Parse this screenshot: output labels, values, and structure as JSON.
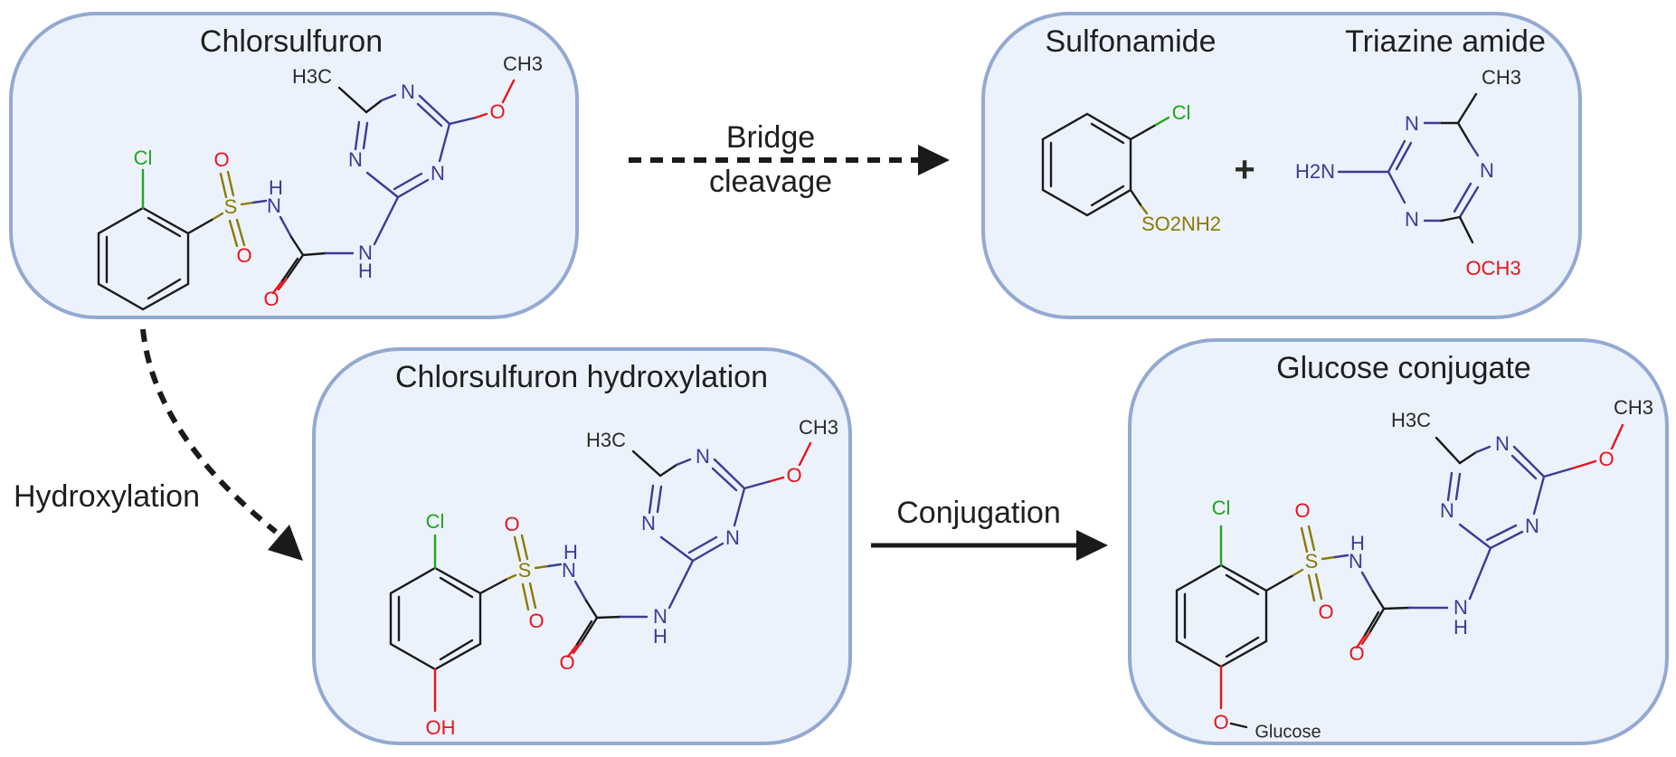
{
  "panels": {
    "chlorsulfuron": {
      "title": "Chlorsulfuron"
    },
    "products": {
      "title_left": "Sulfonamide",
      "title_right": "Triazine amide",
      "plus": "+"
    },
    "hydroxylated": {
      "title": "Chlorsulfuron  hydroxylation"
    },
    "glucose": {
      "title": "Glucose conjugate"
    }
  },
  "arrows": {
    "bridge": {
      "label_line1": "Bridge",
      "label_line2": "cleavage"
    },
    "hydroxylation": {
      "label": "Hydroxylation"
    },
    "conjugation": {
      "label": "Conjugation"
    }
  },
  "atoms": {
    "Cl": "Cl",
    "S": "S",
    "O": "O",
    "N": "N",
    "H": "H",
    "CH3": "CH3",
    "H3C": "H3C",
    "OH": "OH",
    "SO2NH2": "SO2NH2",
    "H2N": "H2N",
    "OCH3": "OCH3",
    "Glucose": "Glucose"
  },
  "colors": {
    "panel_fill": "#ecf2fc",
    "panel_border": "#93a9d2",
    "nitrogen": "#3b3c96",
    "oxygen": "#e8141a",
    "sulfur": "#8a7a00",
    "chlorine": "#1fa51f"
  }
}
